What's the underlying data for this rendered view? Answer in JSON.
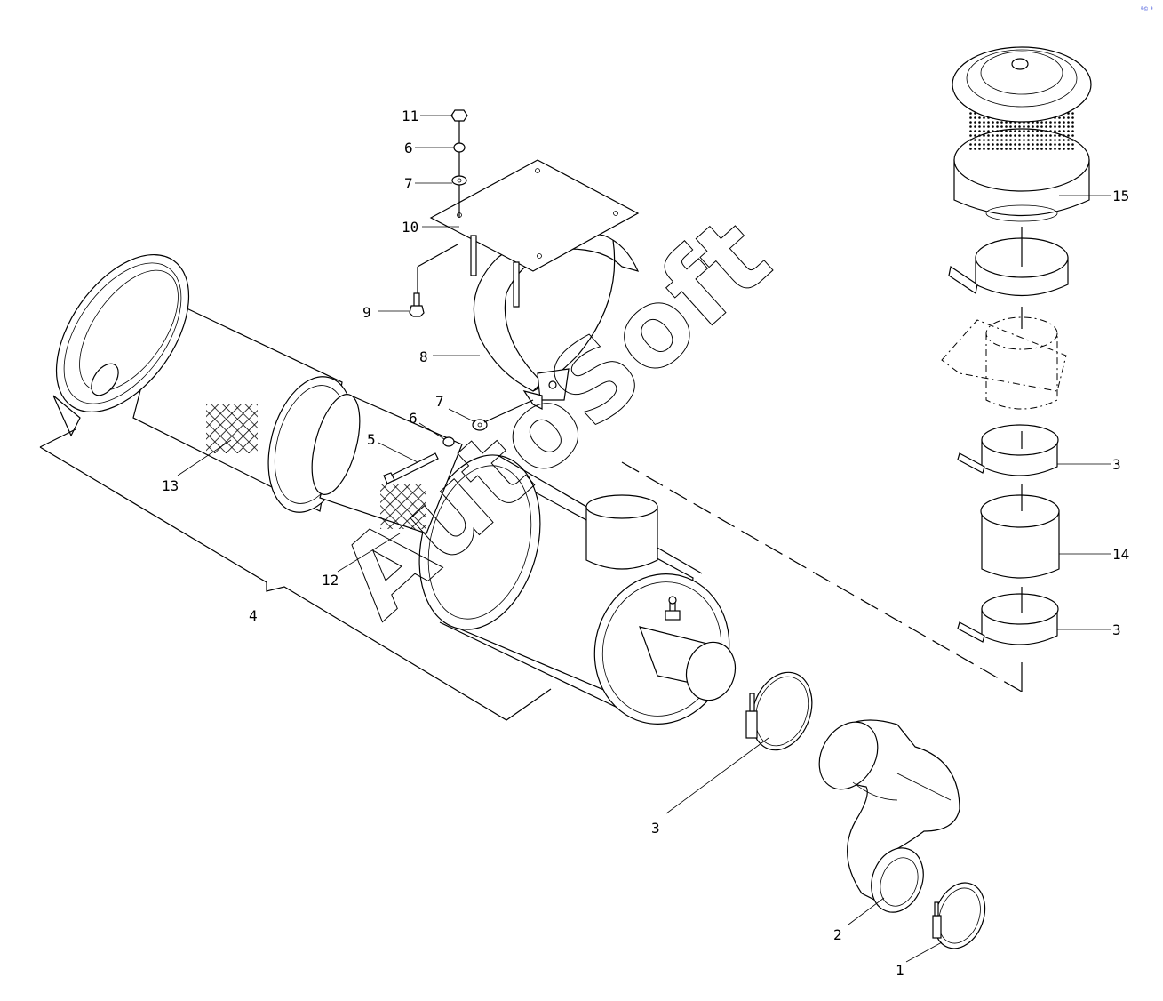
{
  "watermark": "AutoSoft",
  "corner_mark": "ª© ª",
  "callouts": [
    {
      "id": "c1",
      "text": "1"
    },
    {
      "id": "c2",
      "text": "2"
    },
    {
      "id": "c3a",
      "text": "3"
    },
    {
      "id": "c3b",
      "text": "3"
    },
    {
      "id": "c3c",
      "text": "3"
    },
    {
      "id": "c4",
      "text": "4"
    },
    {
      "id": "c5",
      "text": "5"
    },
    {
      "id": "c6a",
      "text": "6"
    },
    {
      "id": "c6b",
      "text": "6"
    },
    {
      "id": "c7a",
      "text": "7"
    },
    {
      "id": "c7b",
      "text": "7"
    },
    {
      "id": "c8",
      "text": "8"
    },
    {
      "id": "c9",
      "text": "9"
    },
    {
      "id": "c10",
      "text": "10"
    },
    {
      "id": "c11",
      "text": "11"
    },
    {
      "id": "c12",
      "text": "12"
    },
    {
      "id": "c13",
      "text": "13"
    },
    {
      "id": "c14",
      "text": "14"
    },
    {
      "id": "c15",
      "text": "15"
    }
  ]
}
